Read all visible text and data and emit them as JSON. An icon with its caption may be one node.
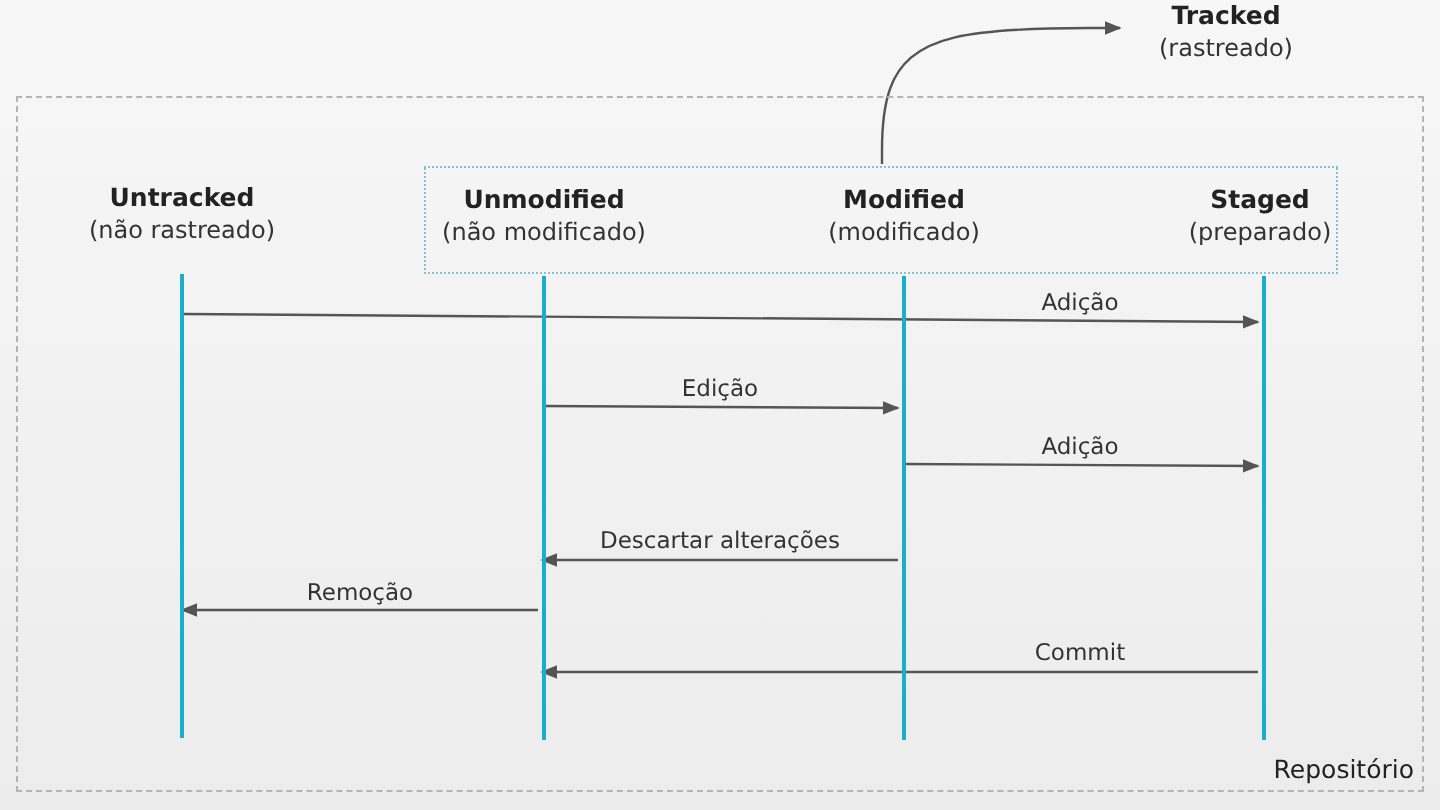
{
  "diagram": {
    "nodes": [
      {
        "text": [
          "Tracked",
          "(rastreado)"
        ]
      },
      {
        "text": [
          "Repositório"
        ]
      },
      {
        "text": [
          "Untracked",
          "(não rastreado)"
        ],
        "in": 1
      },
      {
        "text": [],
        "shape": "box",
        "in": 1
      },
      {
        "text": [
          "Unmodified",
          "(não modificado)"
        ],
        "in": 3
      },
      {
        "text": [
          "Modified",
          "(modificado)"
        ],
        "in": 3
      },
      {
        "text": [
          "Staged",
          "(preparado)"
        ],
        "in": 3
      }
    ],
    "edges": [
      {
        "from": 3,
        "to": 0,
        "arrow": "to"
      },
      {
        "from": 2,
        "to": 6,
        "arrow": "to",
        "label": "Adição"
      },
      {
        "from": 4,
        "to": 5,
        "arrow": "to",
        "label": "Edição"
      },
      {
        "from": 5,
        "to": 6,
        "arrow": "to",
        "label": "Adição"
      },
      {
        "from": 5,
        "to": 4,
        "arrow": "to",
        "label": "Descartar alterações"
      },
      {
        "from": 4,
        "to": 2,
        "arrow": "to",
        "label": "Remoção"
      },
      {
        "from": 6,
        "to": 4,
        "arrow": "to",
        "label": "Commit"
      }
    ]
  }
}
